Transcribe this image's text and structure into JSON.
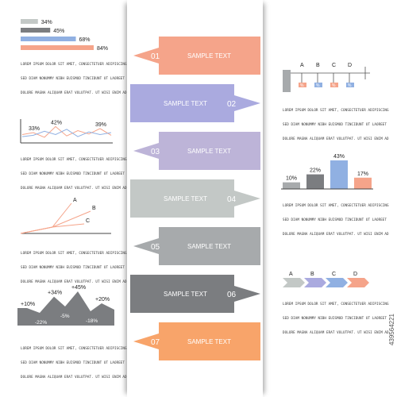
{
  "colors": {
    "salmon": "#f5a48a",
    "lavender": "#aaaadf",
    "violet": "#bdb4d8",
    "gray_light": "#c3c8c6",
    "gray_mid": "#a7aaac",
    "gray_dark": "#7b7d80",
    "orange": "#f8a46a",
    "blue": "#90b0e2"
  },
  "lorem_lines": [
    "LOREM IPSUM DOLOR SIT AMET, CONSECTETUER ADIPISCING",
    "SED DIAM NONUMMY NIBH EUISMOD TINCIDUNT UT LAOREET",
    "DOLORE MAGNA ALIQUAM ERAT VOLUTPAT. UT WISI ENIM AD"
  ],
  "bands": [
    {
      "num": "01",
      "label": "SAMPLE TEXT",
      "color": "#f5a48a",
      "dir": "left"
    },
    {
      "num": "02",
      "label": "SAMPLE TEXT",
      "color": "#aaaadf",
      "dir": "right"
    },
    {
      "num": "03",
      "label": "SAMPLE TEXT",
      "color": "#bdb4d8",
      "dir": "left"
    },
    {
      "num": "04",
      "label": "SAMPLE TEXT",
      "color": "#c3c8c6",
      "dir": "right"
    },
    {
      "num": "05",
      "label": "SAMPLE TEXT",
      "color": "#a7aaac",
      "dir": "left"
    },
    {
      "num": "06",
      "label": "SAMPLE TEXT",
      "color": "#7b7d80",
      "dir": "right"
    },
    {
      "num": "07",
      "label": "SAMPLE TEXT",
      "color": "#f8a46a",
      "dir": "left"
    }
  ],
  "chart_data": [
    {
      "type": "bar",
      "orientation": "horizontal",
      "values": [
        34,
        45,
        68,
        84
      ],
      "labels": [
        "34%",
        "45%",
        "68%",
        "84%"
      ],
      "colors": [
        "#c3c8c6",
        "#7b7d80",
        "#90b0e2",
        "#f5a48a"
      ]
    },
    {
      "type": "line",
      "series": [
        {
          "values": [
            30,
            33,
            26,
            42,
            28,
            36,
            31,
            39,
            29
          ],
          "color": "#f5a48a"
        },
        {
          "values": [
            27,
            29,
            35,
            30,
            38,
            27,
            34,
            30,
            33
          ],
          "color": "#90b0e2"
        }
      ],
      "annotations": [
        {
          "label": "33%",
          "index": 1
        },
        {
          "label": "42%",
          "index": 3
        },
        {
          "label": "39%",
          "index": 7
        }
      ],
      "ylim": [
        20,
        46
      ]
    },
    {
      "type": "line",
      "series": [
        {
          "name": "A",
          "x": [
            0,
            40,
            64
          ],
          "y": [
            0,
            8,
            38
          ],
          "color": "#f5a48a"
        },
        {
          "name": "B",
          "x": [
            0,
            40,
            88
          ],
          "y": [
            0,
            8,
            28
          ],
          "color": "#f5a48a"
        },
        {
          "name": "C",
          "x": [
            0,
            40,
            80
          ],
          "y": [
            0,
            8,
            12
          ],
          "color": "#f5a48a"
        }
      ],
      "labels": [
        "A",
        "B",
        "C"
      ]
    },
    {
      "type": "area",
      "values": [
        10,
        34,
        45,
        20
      ],
      "peak_labels": [
        "+10%",
        "+34%",
        "+45%",
        "+20%"
      ],
      "valley_labels": [
        "-22%",
        "-5%",
        "-18%"
      ],
      "color": "#7b7d80"
    },
    {
      "type": "table",
      "headers": [
        "A",
        "B",
        "C",
        "D"
      ],
      "cells": [
        "%",
        "%",
        "%",
        "%"
      ],
      "colors": [
        "#f5a48a",
        "#90b0e2",
        "#f5a48a",
        "#90b0e2"
      ]
    },
    {
      "type": "bar",
      "categories": [
        "",
        "",
        "",
        ""
      ],
      "values": [
        10,
        22,
        43,
        17
      ],
      "labels": [
        "10%",
        "22%",
        "43%",
        "17%"
      ],
      "colors": [
        "#a7aaac",
        "#7b7d80",
        "#90b0e2",
        "#f5a48a"
      ],
      "ylim": [
        0,
        43
      ]
    },
    {
      "type": "diagram",
      "steps": [
        "A",
        "B",
        "C",
        "D"
      ],
      "colors": [
        "#c3c8c6",
        "#aaaadf",
        "#90b0e2",
        "#f5a48a"
      ]
    }
  ],
  "watermark": "439564221"
}
